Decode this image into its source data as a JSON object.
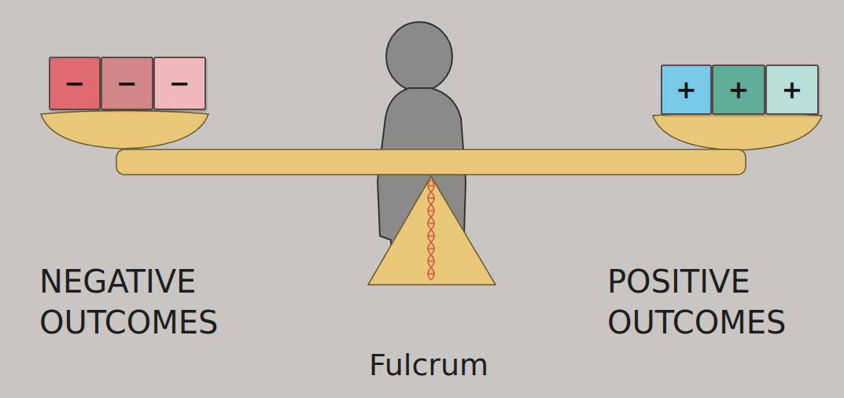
{
  "diagram": {
    "nodes": [
      {
        "text": [
          "−"
        ]
      },
      {
        "text": [
          "−"
        ]
      },
      {
        "text": [
          "−"
        ]
      },
      {
        "text": [
          "+"
        ]
      },
      {
        "text": [
          "+"
        ]
      },
      {
        "text": [
          "+"
        ]
      }
    ],
    "labels": [
      "NEGATIVE OUTCOMES",
      "POSITIVE OUTCOMES",
      "Fulcrum"
    ]
  }
}
